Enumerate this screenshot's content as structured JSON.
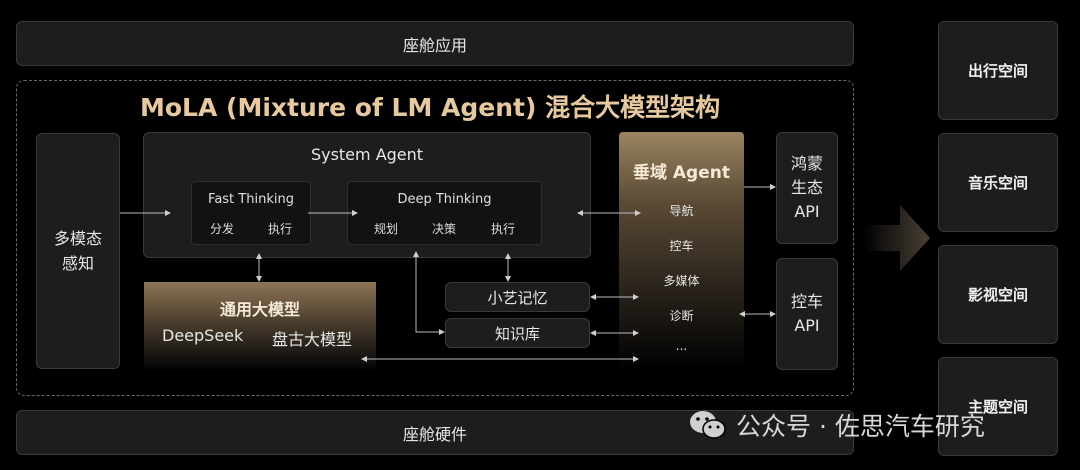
{
  "top_bar": "座舱应用",
  "bottom_bar": "座舱硬件",
  "title": "MoLA (Mixture of LM Agent) 混合大模型架构",
  "perception": "多模态\n感知",
  "system_agent": {
    "label": "System Agent",
    "fast_thinking": {
      "label": "Fast Thinking",
      "items": [
        "分发",
        "执行"
      ]
    },
    "deep_thinking": {
      "label": "Deep Thinking",
      "items": [
        "规划",
        "决策",
        "执行"
      ]
    }
  },
  "general_model": {
    "label": "通用大模型",
    "items": [
      "DeepSeek",
      "盘古大模型"
    ]
  },
  "memory": "小艺记忆",
  "knowledge": "知识库",
  "vertical_agent": {
    "label": "垂域 Agent",
    "items": [
      "导航",
      "控车",
      "多媒体",
      "诊断",
      "..."
    ]
  },
  "harmony_api": "鸿蒙\n生态\nAPI",
  "vehicle_api": "控车\nAPI",
  "spaces": [
    "出行空间",
    "音乐空间",
    "影视空间",
    "主题空间"
  ],
  "watermark": "公众号 · 佐思汽车研究",
  "colors": {
    "title_gold": "#e6c9a0",
    "accent_gold": "#9a8461",
    "box_bg": "#1d1d1d"
  },
  "icons": {
    "watermark_icon": "wechat-icon",
    "big_arrow": "arrow-right-icon"
  }
}
